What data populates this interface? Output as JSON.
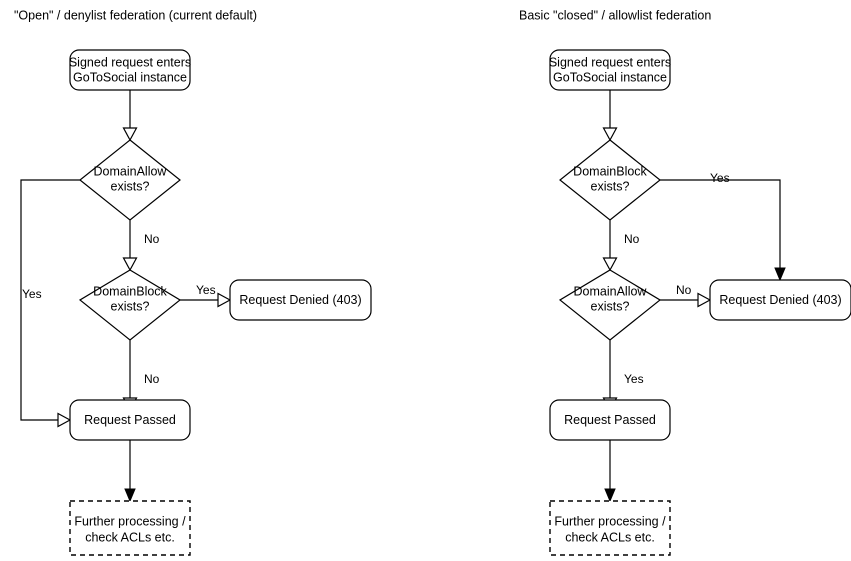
{
  "panels": [
    {
      "id": "open-federation",
      "title": "\"Open\" / denylist federation (current default)",
      "nodes": {
        "entry": {
          "line1": "Signed request enters",
          "line2": "GoToSocial instance"
        },
        "decision1": {
          "line1": "DomainAllow",
          "line2": "exists?"
        },
        "decision2": {
          "line1": "DomainBlock",
          "line2": "exists?"
        },
        "denied": {
          "line1": "Request Denied (403)"
        },
        "passed": {
          "line1": "Request Passed"
        },
        "further": {
          "line1": "Further processing /",
          "line2": "check ACLs etc."
        }
      },
      "edge_labels": {
        "allow_yes": "Yes",
        "allow_no": "No",
        "block_yes": "Yes",
        "block_no": "No"
      }
    },
    {
      "id": "closed-federation",
      "title": "Basic \"closed\" / allowlist federation",
      "nodes": {
        "entry": {
          "line1": "Signed request enters",
          "line2": "GoToSocial instance"
        },
        "decision1": {
          "line1": "DomainBlock",
          "line2": "exists?"
        },
        "decision2": {
          "line1": "DomainAllow",
          "line2": "exists?"
        },
        "denied": {
          "line1": "Request Denied (403)"
        },
        "passed": {
          "line1": "Request Passed"
        },
        "further": {
          "line1": "Further processing /",
          "line2": "check ACLs etc."
        }
      },
      "edge_labels": {
        "block_yes": "Yes",
        "block_no": "No",
        "allow_no": "No",
        "allow_yes": "Yes"
      }
    }
  ],
  "style": {
    "stroke_color": "#000000",
    "fill_color": "#ffffff",
    "text_color": "#000000",
    "background": "#ffffff"
  }
}
